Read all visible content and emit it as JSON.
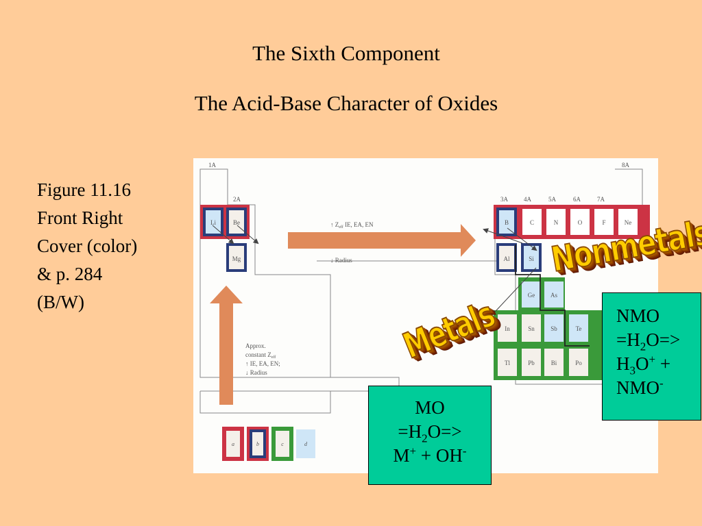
{
  "titles": {
    "line1": "The Sixth Component",
    "line2": "The Acid-Base Character of Oxides"
  },
  "caption": [
    "Figure 11.16",
    "Front Right",
    "Cover (color)",
    "& p. 284",
    "(B/W)"
  ],
  "figure": {
    "group_labels": {
      "g1A": "1A",
      "g2A": "2A",
      "g3A": "3A",
      "g4A": "4A",
      "g5A": "5A",
      "g6A": "6A",
      "g7A": "7A",
      "g8A": "8A"
    },
    "elements": {
      "li": "Li",
      "be": "Be",
      "mg": "Mg",
      "b": "B",
      "c": "C",
      "n": "N",
      "o": "O",
      "f": "F",
      "ne": "Ne",
      "al": "Al",
      "si": "Si",
      "ge": "Ge",
      "as": "As",
      "in": "In",
      "sn": "Sn",
      "sb": "Sb",
      "te": "Te",
      "tl": "Tl",
      "pb": "Pb",
      "bi": "Bi",
      "po": "Po"
    },
    "trend_right": {
      "line1": "↑ Z",
      "sub": "eff",
      "line1_rest": " IE, EA, EN",
      "line2": "↓ Radius"
    },
    "trend_up": {
      "l1": "Approx.",
      "l2": "constant Z",
      "l2_sub": "eff",
      "l3": "↑ IE, EA, EN;",
      "l4": "↓ Radius"
    },
    "key_labels": {
      "a": "a",
      "b": "b",
      "c": "c",
      "d": "d"
    },
    "colors": {
      "red": "#cc3344",
      "navy": "#2a3d7a",
      "green": "#3a9a3a",
      "light_blue": "#cfe6f7",
      "arrow": "#e08a5a"
    }
  },
  "wordart": {
    "nonmetals": "Nonmetals",
    "metals": "Metals"
  },
  "mo_box": {
    "line1": "MO",
    "l2a": "=H",
    "l2b": "2",
    "l2c": "O=>",
    "l3a": "M",
    "l3b": "+",
    "l3c": " + OH",
    "l3d": "-"
  },
  "nmo_box": {
    "line1": "NMO",
    "l2a": "=H",
    "l2b": "2",
    "l2c": "O=>",
    "l3a": "H",
    "l3b": "3",
    "l3c": "O",
    "l3d": "+",
    "l3e": " +",
    "l4a": "NMO",
    "l4b": "-"
  }
}
